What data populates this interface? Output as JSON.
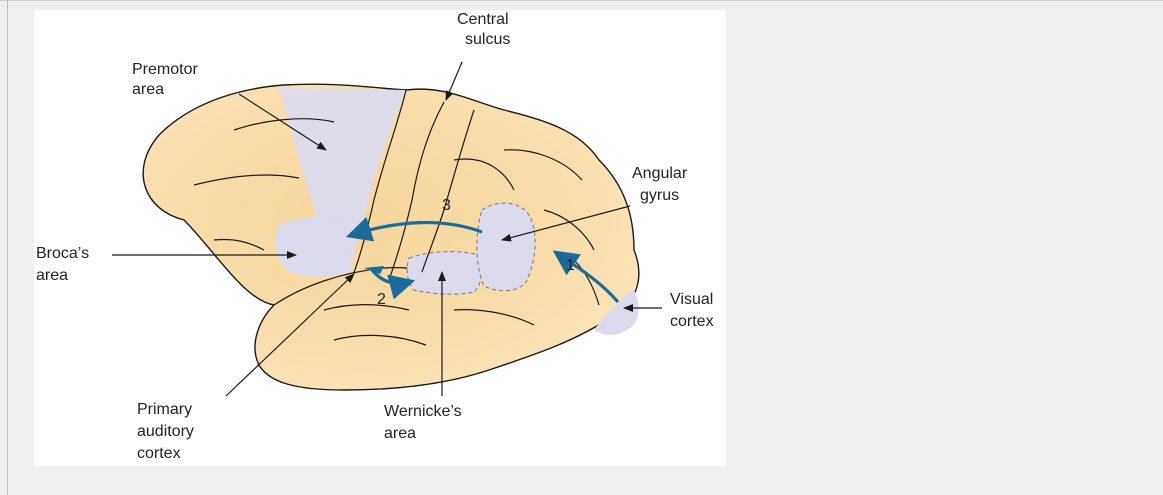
{
  "figure": {
    "labels": {
      "central_sulcus": [
        "Central",
        "sulcus"
      ],
      "premotor_area": [
        "Premotor",
        "area"
      ],
      "angular_gyrus": [
        "Angular",
        "gyrus"
      ],
      "brocas_area": [
        "Broca’s",
        "area"
      ],
      "visual_cortex": [
        "Visual",
        "cortex"
      ],
      "primary_auditory_cortex": [
        "Primary",
        "auditory",
        "cortex"
      ],
      "wernickes_area": [
        "Wernicke’s",
        "area"
      ]
    },
    "pathway_numbers": [
      "1",
      "2",
      "3"
    ],
    "colors": {
      "brain_fill": "#fbe3b3",
      "brain_shade": "#f5cf8f",
      "region_fill": "#dcdbee",
      "arrow": "#1a6a9a",
      "line": "#1a1a1a"
    }
  }
}
